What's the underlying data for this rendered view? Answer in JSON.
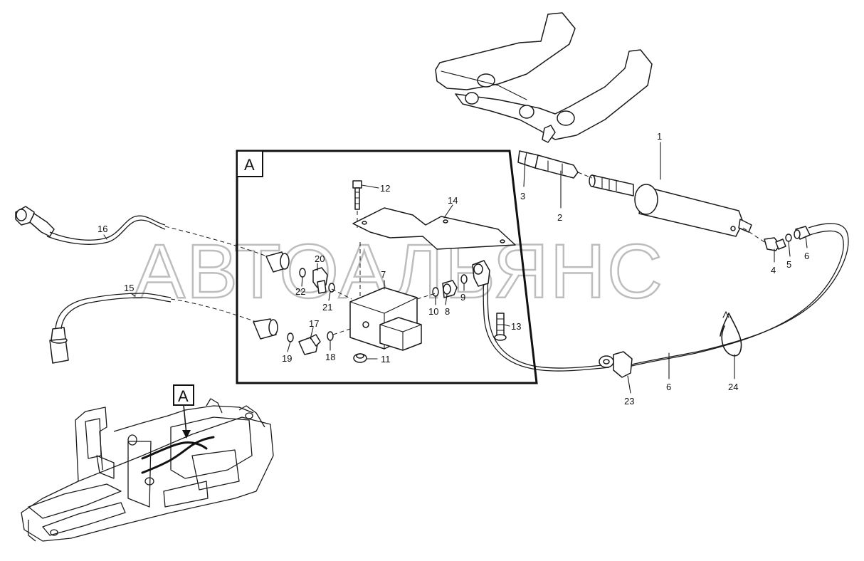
{
  "detail_label": "A",
  "detail_callout": "A",
  "watermark": "АВТОАЛЬЯНС",
  "callouts": {
    "c1": "1",
    "c2": "2",
    "c3": "3",
    "c4": "4",
    "c5": "5",
    "c6a": "6",
    "c6b": "6",
    "c7": "7",
    "c8": "8",
    "c9": "9",
    "c10": "10",
    "c11": "11",
    "c12": "12",
    "c13": "13",
    "c14": "14",
    "c15": "15",
    "c16": "16",
    "c17": "17",
    "c18": "18",
    "c19": "19",
    "c20": "20",
    "c21": "21",
    "c22": "22",
    "c23": "23",
    "c24": "24"
  }
}
